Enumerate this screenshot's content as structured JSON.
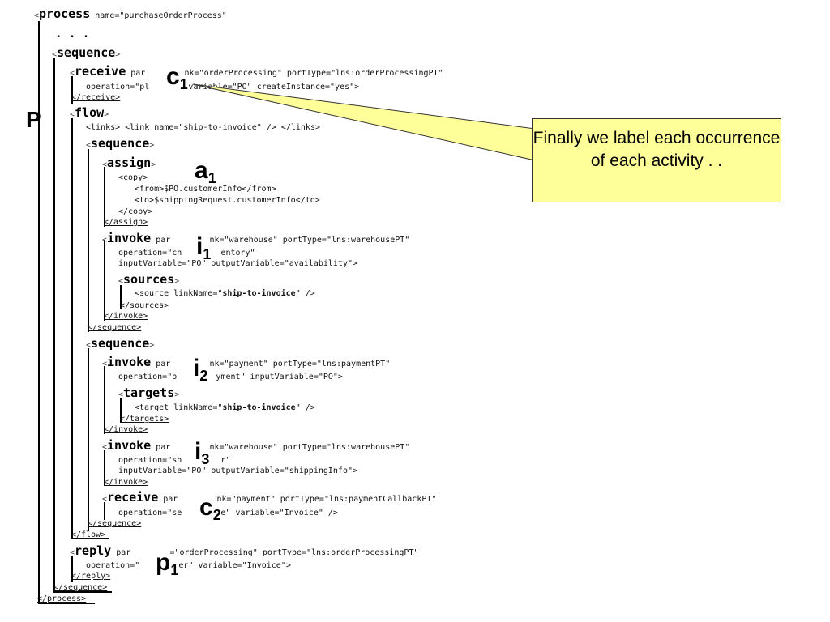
{
  "code": {
    "l01_open": "<",
    "l01_tag": "process",
    "l01_attr": " name=\"purchaseOrderProcess\"",
    "l02": ". . .",
    "l03_tag": "sequence",
    "l04_tag": "receive",
    "l04_attr": " par        nk=\"orderProcessing\" portType=\"lns:orderProcessingPT\"",
    "l05": "operation=\"pl        variable=\"PO\" createInstance=\"yes\">",
    "l06": "</receive>",
    "l07_tag": "flow",
    "l08": "<links> <link name=\"ship-to-invoice\" /> </links>",
    "l09_tag": "sequence",
    "l10_tag": "assign",
    "l11": "<copy>",
    "l12": "<from>$PO.customerInfo</from>",
    "l13": "<to>$shippingRequest.customerInfo</to>",
    "l14": "</copy>",
    "l15": "</assign>",
    "l16_tag": "invoke",
    "l16_attr": " par        nk=\"warehouse\" portType=\"lns:warehousePT\"",
    "l17": "operation=\"ch        entory\"",
    "l18": "inputVariable=\"PO\" outputVariable=\"availability\">",
    "l19_tag": "sources",
    "l20_pre": "<source linkName=\"",
    "l20_bold": "ship-to-invoice",
    "l20_post": "\" />",
    "l21": "</sources>",
    "l22": "</invoke>",
    "l23": "</sequence>",
    "l24_tag": "sequence",
    "l25_tag": "invoke",
    "l25_attr": " par        nk=\"payment\" portType=\"lns:paymentPT\"",
    "l26": "operation=\"o        yment\" inputVariable=\"PO\">",
    "l27_tag": "targets",
    "l28_pre": "<target linkName=\"",
    "l28_bold": "ship-to-invoice",
    "l28_post": "\" />",
    "l29": "</targets>",
    "l30": "</invoke>",
    "l31_tag": "invoke",
    "l31_attr": " par        nk=\"warehouse\" portType=\"lns:warehousePT\"",
    "l32": "operation=\"sh        r\"",
    "l33": "inputVariable=\"PO\" outputVariable=\"shippingInfo\">",
    "l34": "</invoke>",
    "l35_tag": "receive",
    "l35_attr": " par        nk=\"payment\" portType=\"lns:paymentCallbackPT\"",
    "l36": "operation=\"se        e\" variable=\"Invoice\" />",
    "l37": "</sequence>",
    "l38": "</flow>",
    "l39_tag": "reply",
    "l39_attr": " par        =\"orderProcessing\" portType=\"lns:orderProcessingPT\"",
    "l40": "operation=\"        er\" variable=\"Invoice\">",
    "l41": "</reply>",
    "l42": "</sequence>",
    "l43": "</process>"
  },
  "labels": {
    "P": "P",
    "c1": "c",
    "c1_sub": "1",
    "a1": "a",
    "a1_sub": "1",
    "i1": "i",
    "i1_sub": "1",
    "i2": "i",
    "i2_sub": "2",
    "i3": "i",
    "i3_sub": "3",
    "c2": "c",
    "c2_sub": "2",
    "p1": "p",
    "p1_sub": "1"
  },
  "callout": {
    "text": "Finally we label each occurrence of each activity . ."
  },
  "colors": {
    "callout_fill": "#ffff99",
    "ink": "#000000"
  }
}
